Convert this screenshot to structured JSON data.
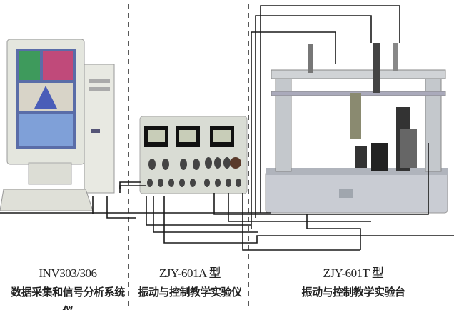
{
  "sections": [
    {
      "model": "INV303/306",
      "name": "数据采集和信号分析系统仪"
    },
    {
      "model": "ZJY-601A 型",
      "name": "振动与控制教学实验仪"
    },
    {
      "model": "ZJY-601T 型",
      "name": "振动与控制教学实验台"
    }
  ],
  "colors": {
    "cable": "#1a1a1a",
    "divider": "#222222",
    "device_body": "#d9dcd4",
    "table_body": "#c9ccd3"
  }
}
